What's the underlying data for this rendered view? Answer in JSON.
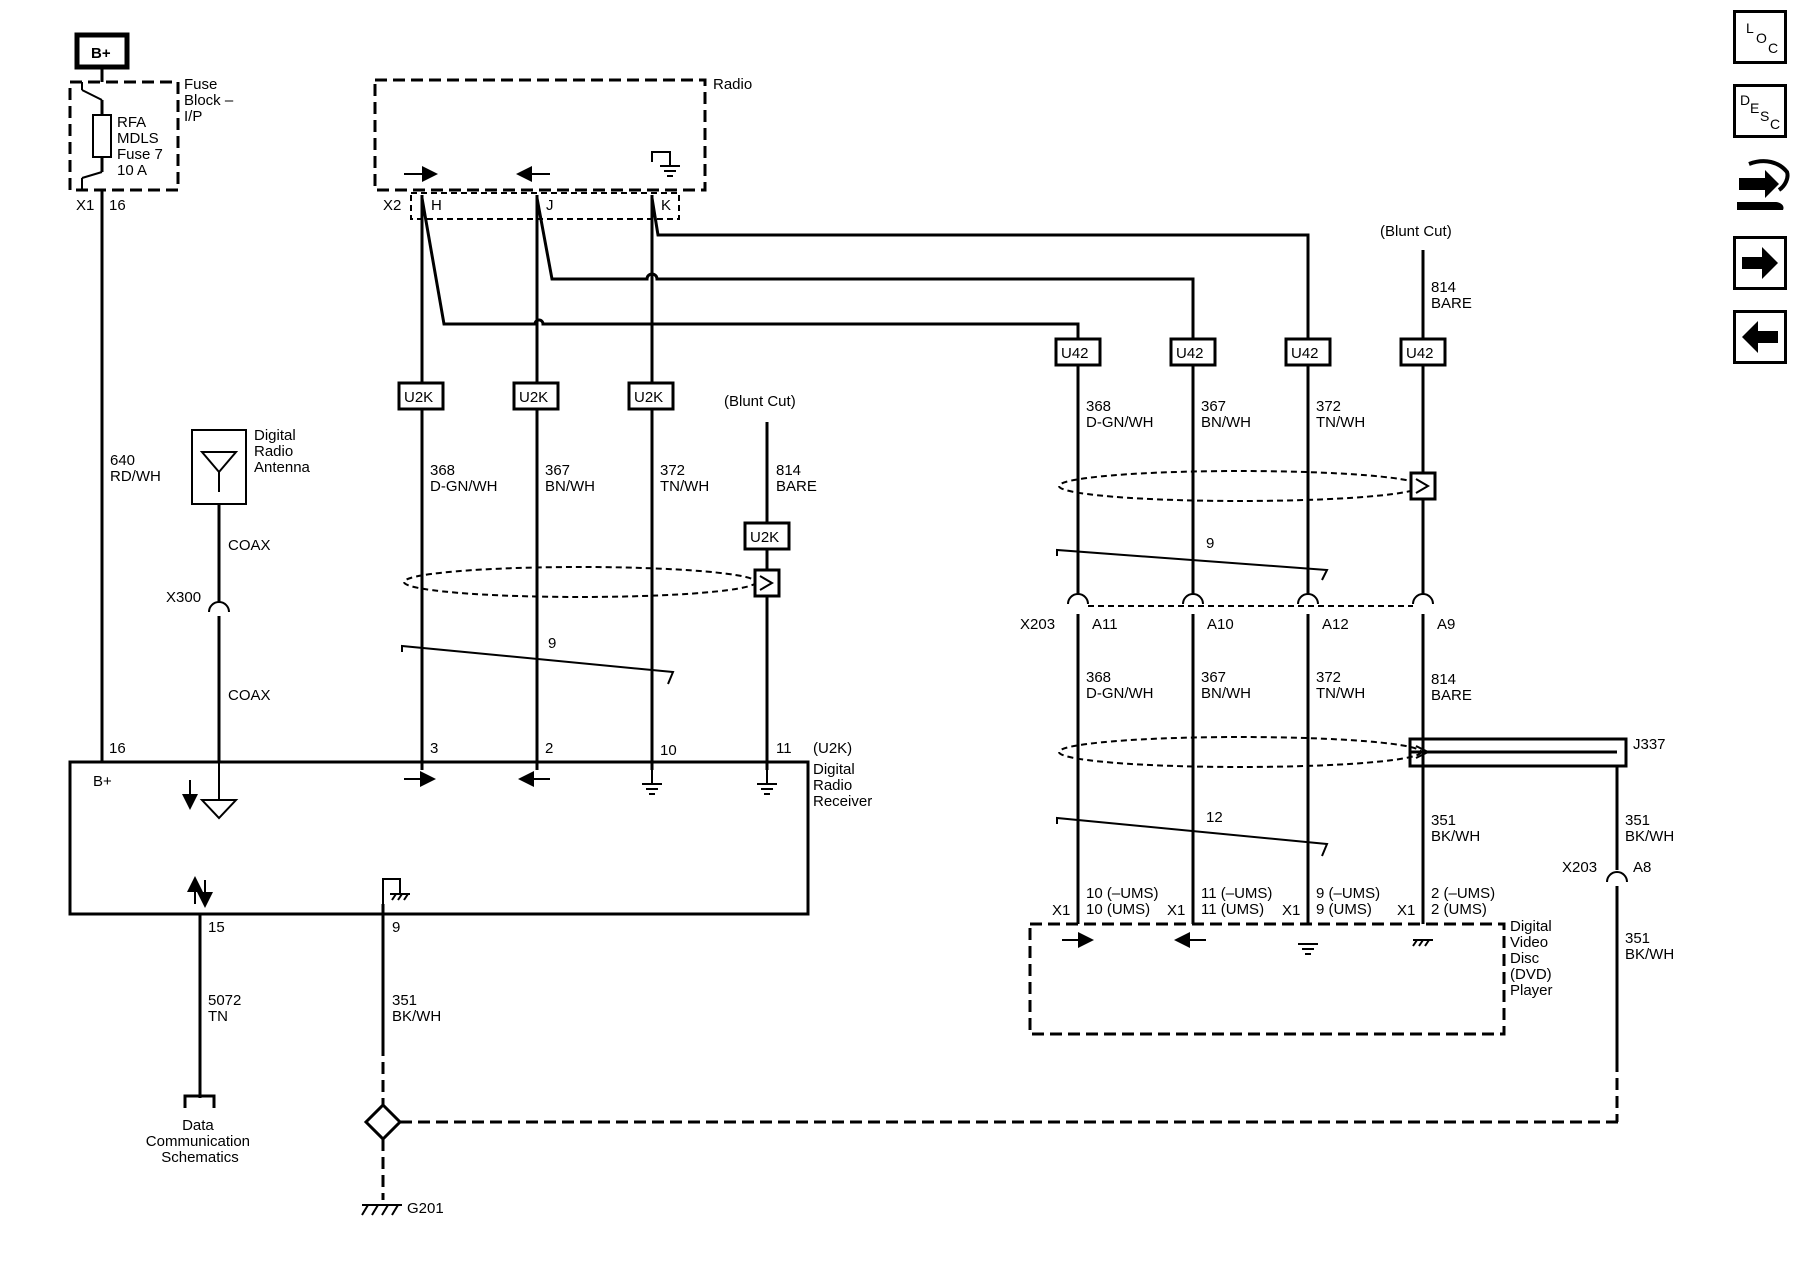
{
  "nav": {
    "loc": [
      "L",
      "O",
      "C"
    ],
    "desc": [
      "D",
      "E",
      "S",
      "C"
    ]
  },
  "power": {
    "bplus": "B+",
    "fuse_block_lines": [
      "Fuse",
      "Block –",
      "I/P"
    ],
    "fuse_lines": [
      "RFA",
      "MDLS",
      "Fuse 7",
      "10 A"
    ],
    "conn": "X1",
    "pin": "16",
    "wire": [
      "640",
      "RD/WH"
    ]
  },
  "antenna": {
    "label_lines": [
      "Digital",
      "Radio",
      "Antenna"
    ],
    "coax_upper": "COAX",
    "conn": "X300",
    "coax_lower": "COAX"
  },
  "radio": {
    "label": "Radio",
    "conn": "X2",
    "pins": [
      "H",
      "J",
      "K"
    ]
  },
  "u2k_wires": [
    {
      "tag": "U2K",
      "circuit": "368",
      "color": "D-GN/WH",
      "pin": "3"
    },
    {
      "tag": "U2K",
      "circuit": "367",
      "color": "BN/WH",
      "pin": "2"
    },
    {
      "tag": "U2K",
      "circuit": "372",
      "color": "TN/WH",
      "pin": "10"
    }
  ],
  "blunt_left": {
    "label": "(Blunt Cut)",
    "circuit": "814",
    "color": "BARE",
    "tag": "U2K",
    "pin": "11"
  },
  "twist_left": "9",
  "receiver": {
    "bplus_pin": "16",
    "bplus": "B+",
    "id": "(U2K)",
    "label_lines": [
      "Digital",
      "Radio",
      "Receiver"
    ],
    "data_pin": "15",
    "ground_pin": "9"
  },
  "data_wire": [
    "5072",
    "TN"
  ],
  "data_ref_lines": [
    "Data",
    "Communication",
    "Schematics"
  ],
  "ground_wire": [
    "351",
    "BK/WH"
  ],
  "ground": "G201",
  "u42_wires": [
    {
      "tag": "U42",
      "circuit": "368",
      "color": "D-GN/WH",
      "pin": "A11",
      "dvd_pin_a": "10 (–UMS)",
      "dvd_pin_b": "10 (UMS)"
    },
    {
      "tag": "U42",
      "circuit": "367",
      "color": "BN/WH",
      "pin": "A10",
      "dvd_pin_a": "11 (–UMS)",
      "dvd_pin_b": "11 (UMS)"
    },
    {
      "tag": "U42",
      "circuit": "372",
      "color": "TN/WH",
      "pin": "A12",
      "dvd_pin_a": "9 (–UMS)",
      "dvd_pin_b": "9 (UMS)"
    },
    {
      "tag": "U42",
      "circuit": "814",
      "color": "BARE",
      "pin": "A9",
      "dvd_pin_a": "2 (–UMS)",
      "dvd_pin_b": "2 (UMS)"
    }
  ],
  "blunt_right": "(Blunt Cut)",
  "twist_right_top": "9",
  "twist_right_bottom": "12",
  "x203": "X203",
  "x1": "X1",
  "j337": "J337",
  "drain_wire": [
    "351",
    "BK/WH"
  ],
  "a8_conn": "X203",
  "a8_pin": "A8",
  "drain_wire_lower": [
    "351",
    "BK/WH"
  ],
  "dvd_label_lines": [
    "Digital",
    "Video",
    "Disc",
    "(DVD)",
    "Player"
  ]
}
